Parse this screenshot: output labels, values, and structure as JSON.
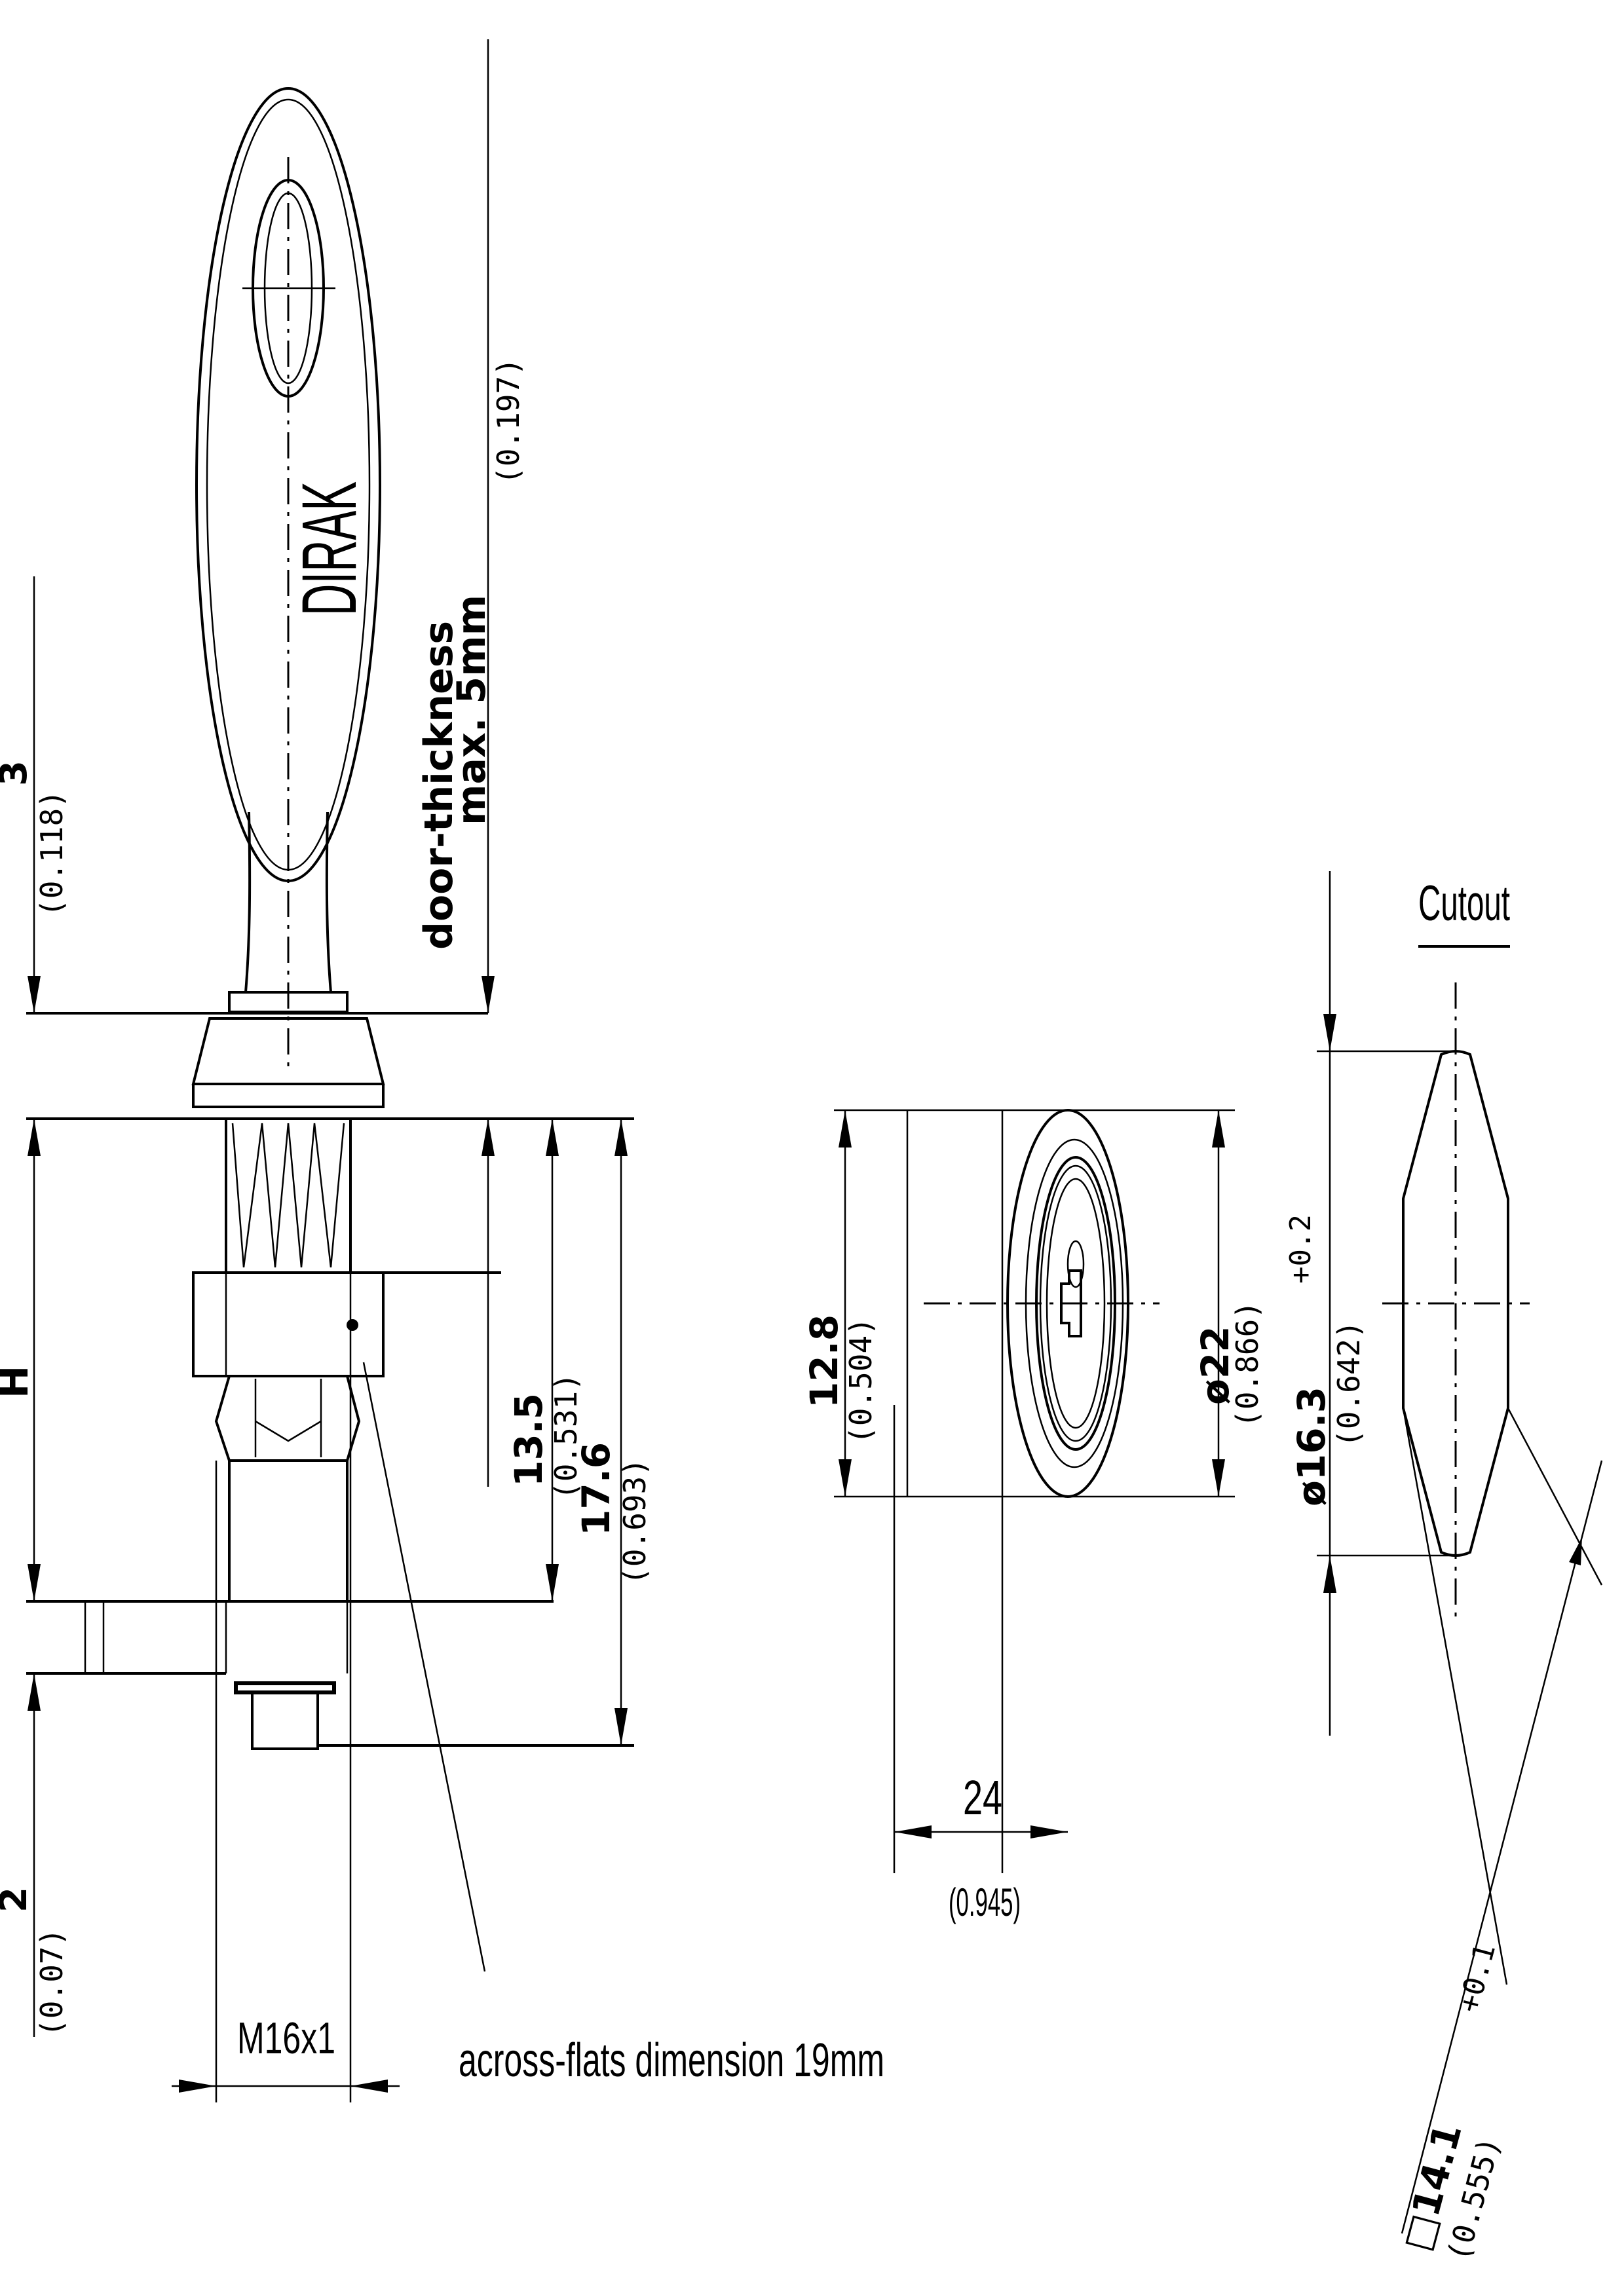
{
  "side_view": {
    "brand": "DIRAK",
    "door_label_line1": "door-thickness",
    "door_label_line2": "max. 5mm",
    "door_label_inch": "(0.197)",
    "dim_top": "3",
    "dim_top_inch": "(0.118)",
    "dim_h": "H",
    "dim_bottom": "2",
    "dim_bottom_inch": "(0.07)",
    "dim_135": "13.5",
    "dim_135_inch": "(0.531)",
    "dim_176": "17.6",
    "dim_176_inch": "(0.693)",
    "thread": "M16x1",
    "across_flats": "across-flats dimension 19mm"
  },
  "front_view": {
    "dim_128": "12.8",
    "dim_128_inch": "(0.504)",
    "dim_22": "ø22",
    "dim_22_inch": "(0.866)",
    "dim_24": "24",
    "dim_24_inch": "(0.945)"
  },
  "cutout": {
    "title": "Cutout",
    "dim_163": "ø16.3",
    "dim_163_tol": "+0.2",
    "dim_163_inch": "(0.642)",
    "dim_141": "□14.1",
    "dim_141_tol": "+0.1",
    "dim_141_inch": "(0.555)"
  }
}
